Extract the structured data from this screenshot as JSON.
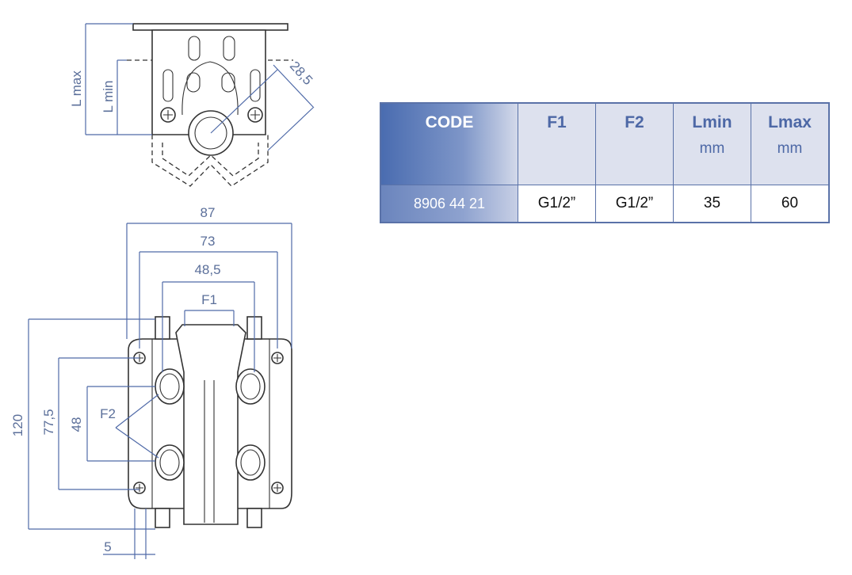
{
  "drawing": {
    "top_view_labels": {
      "lmax": "L max",
      "lmin": "L min",
      "dim_28_5": "28,5"
    },
    "front_view_labels": {
      "w87": "87",
      "w73": "73",
      "w48_5": "48,5",
      "f1": "F1",
      "f2": "F2",
      "h120": "120",
      "h77_5": "77,5",
      "h48": "48",
      "w5": "5"
    }
  },
  "table": {
    "headers": {
      "code": "CODE",
      "f1": "F1",
      "f2": "F2",
      "lmin": "Lmin",
      "lmin_unit": "mm",
      "lmax": "Lmax",
      "lmax_unit": "mm"
    },
    "rows": [
      {
        "code": "8906 44 21",
        "f1": "G1/2”",
        "f2": "G1/2”",
        "lmin": "35",
        "lmax": "60"
      }
    ]
  },
  "colors": {
    "accent": "#4d68a6",
    "dimension": "#4f6aa8"
  }
}
